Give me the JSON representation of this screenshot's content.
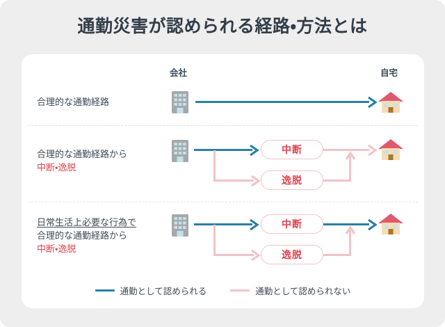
{
  "page": {
    "title": "通勤災害が認められる経路・方法とは",
    "background_color": "#eeeeee",
    "card_color": "#ffffff"
  },
  "colors": {
    "approved_blue": "#2a7fa8",
    "not_approved_pink": "#f2c3c7",
    "accent_red": "#e0434f",
    "text_dark": "#3c4a56",
    "house_roof": "#e05a6e",
    "house_body": "#f7dcb4",
    "building_gray": "#a8a8a8",
    "window_blue": "#bfe3f0"
  },
  "column_labels": {
    "company": "会社",
    "home": "自宅"
  },
  "icons": {
    "company": "office-building-icon",
    "home": "house-icon"
  },
  "rows": [
    {
      "id": "row-reasonable-route",
      "caption_lines": [
        {
          "text": "合理的な通勤経路",
          "style": "normal"
        }
      ],
      "nodes": [],
      "route_status": "approved"
    },
    {
      "id": "row-interruption-deviation",
      "caption_lines": [
        {
          "text": "合理的な通勤経路から",
          "style": "normal"
        },
        {
          "text": "中断・逸脱",
          "style": "red"
        }
      ],
      "nodes": [
        {
          "label": "中断",
          "inbound": "approved",
          "outbound": "not-approved"
        },
        {
          "label": "逸脱",
          "inbound": "not-approved",
          "outbound": "not-approved"
        }
      ],
      "route_status": "not-approved"
    },
    {
      "id": "row-daily-life-necessity",
      "caption_lines": [
        {
          "text": "日常生活上必要な行為で",
          "style": "underline"
        },
        {
          "text": "合理的な通勤経路から",
          "style": "normal"
        },
        {
          "text": "中断・逸脱",
          "style": "red"
        }
      ],
      "nodes": [
        {
          "label": "中断",
          "inbound": "approved",
          "outbound": "approved"
        },
        {
          "label": "逸脱",
          "inbound": "not-approved",
          "outbound": "not-approved"
        }
      ],
      "route_status": "approved"
    }
  ],
  "legend": {
    "items": [
      {
        "label": "通勤として認められる",
        "color": "#2a7fa8",
        "key": "approved"
      },
      {
        "label": "通勤として認められない",
        "color": "#f2c3c7",
        "key": "not-approved"
      }
    ]
  }
}
